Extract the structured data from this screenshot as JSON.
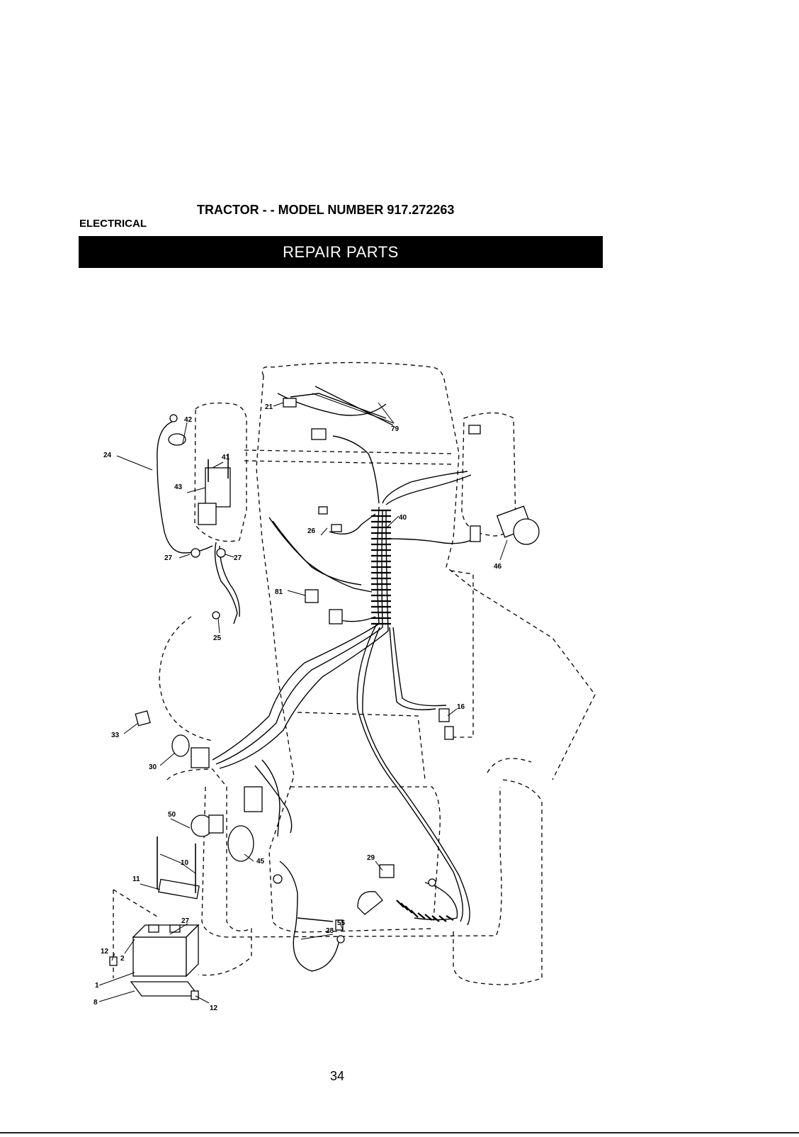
{
  "header": {
    "banner_title": "REPAIR PARTS",
    "model_title": "TRACTOR - - MODEL NUMBER 917.272263",
    "section": "ELECTRICAL"
  },
  "diagram": {
    "callouts": [
      {
        "id": "c24",
        "label": "24"
      },
      {
        "id": "c42",
        "label": "42"
      },
      {
        "id": "c41",
        "label": "41"
      },
      {
        "id": "c43",
        "label": "43"
      },
      {
        "id": "c27a",
        "label": "27"
      },
      {
        "id": "c27b",
        "label": "27"
      },
      {
        "id": "c25",
        "label": "25"
      },
      {
        "id": "c33",
        "label": "33"
      },
      {
        "id": "c30",
        "label": "30"
      },
      {
        "id": "c50",
        "label": "50"
      },
      {
        "id": "c10",
        "label": "10"
      },
      {
        "id": "c11",
        "label": "11"
      },
      {
        "id": "c27c",
        "label": "27"
      },
      {
        "id": "c12a",
        "label": "12"
      },
      {
        "id": "c2",
        "label": "2"
      },
      {
        "id": "c1",
        "label": "1"
      },
      {
        "id": "c8",
        "label": "8"
      },
      {
        "id": "c12b",
        "label": "12"
      },
      {
        "id": "c21",
        "label": "21"
      },
      {
        "id": "c79",
        "label": "79"
      },
      {
        "id": "c40",
        "label": "40"
      },
      {
        "id": "c26",
        "label": "26"
      },
      {
        "id": "c81",
        "label": "81"
      },
      {
        "id": "c46",
        "label": "46"
      },
      {
        "id": "c16",
        "label": "16"
      },
      {
        "id": "c45",
        "label": "45"
      },
      {
        "id": "c29",
        "label": "29"
      },
      {
        "id": "c55",
        "label": "55"
      },
      {
        "id": "c28",
        "label": "28"
      }
    ]
  },
  "footer": {
    "page_number": "34"
  }
}
